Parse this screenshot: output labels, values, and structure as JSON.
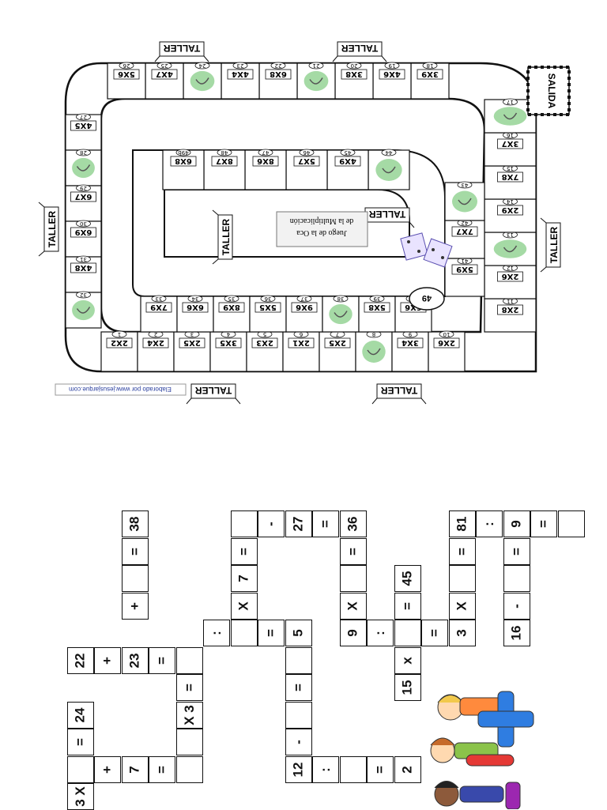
{
  "board": {
    "title_line1": "Juego de la Oca",
    "title_line2": "de la Multiplicación",
    "salida": "SALIDA",
    "taller": "TALLER",
    "final_number": "49",
    "credit": "Elaborado por www.jesusjarque.com",
    "top_row": [
      {
        "n": "1",
        "op": "2X2"
      },
      {
        "n": "2",
        "op": "2X4"
      },
      {
        "n": "3",
        "op": "2X5"
      },
      {
        "n": "4",
        "op": "3X5"
      },
      {
        "n": "5",
        "op": "2X3"
      },
      {
        "n": "6",
        "op": "2X1"
      },
      {
        "n": "7",
        "op": "2X5"
      },
      {
        "n": "8",
        "op": ""
      },
      {
        "n": "9",
        "op": "3X4"
      },
      {
        "n": "10",
        "op": "2X6"
      }
    ],
    "left_col": [
      {
        "n": "11",
        "op": "2X8"
      },
      {
        "n": "12",
        "op": "2X6"
      },
      {
        "n": "13",
        "op": ""
      },
      {
        "n": "14",
        "op": "2X9"
      },
      {
        "n": "15",
        "op": "7X8"
      },
      {
        "n": "16",
        "op": "3X7"
      },
      {
        "n": "17",
        "op": ""
      }
    ],
    "bottom_row": [
      {
        "n": "18",
        "op": "3X9"
      },
      {
        "n": "19",
        "op": "4X6"
      },
      {
        "n": "20",
        "op": "3X8"
      },
      {
        "n": "21",
        "op": ""
      },
      {
        "n": "22",
        "op": "6X8"
      },
      {
        "n": "23",
        "op": "4X4"
      },
      {
        "n": "24",
        "op": ""
      },
      {
        "n": "25",
        "op": "4X7"
      },
      {
        "n": "26",
        "op": "5X6"
      }
    ],
    "right_col": [
      {
        "n": "27",
        "op": "4X5"
      },
      {
        "n": "28",
        "op": ""
      },
      {
        "n": "29",
        "op": "6X7"
      },
      {
        "n": "30",
        "op": "6X9"
      },
      {
        "n": "31",
        "op": "4X8"
      },
      {
        "n": "32",
        "op": ""
      }
    ],
    "inner_top": [
      {
        "n": "33",
        "op": "7X9"
      },
      {
        "n": "34",
        "op": "6X6"
      },
      {
        "n": "35",
        "op": "8X9"
      },
      {
        "n": "36",
        "op": "5X5"
      },
      {
        "n": "37",
        "op": "9X6"
      },
      {
        "n": "38",
        "op": ""
      },
      {
        "n": "39",
        "op": "5X8"
      },
      {
        "n": "40",
        "op": "6X6"
      }
    ],
    "inner_left": [
      {
        "n": "41",
        "op": "5X9"
      },
      {
        "n": "42",
        "op": "7X7"
      },
      {
        "n": "43",
        "op": ""
      }
    ],
    "inner_bottom": [
      {
        "n": "44",
        "op": ""
      },
      {
        "n": "45",
        "op": "4X9"
      },
      {
        "n": "46",
        "op": "5X7"
      },
      {
        "n": "47",
        "op": "8X6"
      },
      {
        "n": "48",
        "op": "8X7"
      },
      {
        "n": "49b",
        "op": "6X8"
      }
    ]
  },
  "puzzle": {
    "cells": [
      {
        "c": 3,
        "r": 0,
        "t": "38"
      },
      {
        "c": 3,
        "r": 1,
        "t": "="
      },
      {
        "c": 3,
        "r": 2,
        "t": ""
      },
      {
        "c": 3,
        "r": 3,
        "t": "+"
      },
      {
        "c": 1,
        "r": 5,
        "t": "22"
      },
      {
        "c": 2,
        "r": 5,
        "t": "+"
      },
      {
        "c": 3,
        "r": 5,
        "t": "23"
      },
      {
        "c": 4,
        "r": 5,
        "t": "="
      },
      {
        "c": 5,
        "r": 5,
        "t": ""
      },
      {
        "c": 5,
        "r": 6,
        "t": "="
      },
      {
        "c": 5,
        "r": 7,
        "t": "X 3"
      },
      {
        "c": 5,
        "r": 8,
        "t": ""
      },
      {
        "c": 1,
        "r": 7,
        "t": "24"
      },
      {
        "c": 1,
        "r": 8,
        "t": "="
      },
      {
        "c": 1,
        "r": 9,
        "t": ""
      },
      {
        "c": 1,
        "r": 10,
        "t": "3 X"
      },
      {
        "c": 2,
        "r": 9,
        "t": "+"
      },
      {
        "c": 3,
        "r": 9,
        "t": "7"
      },
      {
        "c": 4,
        "r": 9,
        "t": "="
      },
      {
        "c": 5,
        "r": 9,
        "t": ""
      },
      {
        "c": 6,
        "r": 4,
        "t": ":"
      },
      {
        "c": 7,
        "r": 0,
        "t": ""
      },
      {
        "c": 7,
        "r": 1,
        "t": "="
      },
      {
        "c": 7,
        "r": 2,
        "t": "7"
      },
      {
        "c": 7,
        "r": 3,
        "t": "X"
      },
      {
        "c": 7,
        "r": 4,
        "t": ""
      },
      {
        "c": 8,
        "r": 0,
        "t": "-"
      },
      {
        "c": 8,
        "r": 4,
        "t": "="
      },
      {
        "c": 9,
        "r": 0,
        "t": "27"
      },
      {
        "c": 9,
        "r": 4,
        "t": "5"
      },
      {
        "c": 9,
        "r": 5,
        "t": ""
      },
      {
        "c": 9,
        "r": 6,
        "t": "="
      },
      {
        "c": 9,
        "r": 7,
        "t": ""
      },
      {
        "c": 9,
        "r": 8,
        "t": "-"
      },
      {
        "c": 9,
        "r": 9,
        "t": "12"
      },
      {
        "c": 10,
        "r": 0,
        "t": "="
      },
      {
        "c": 10,
        "r": 9,
        "t": ":"
      },
      {
        "c": 11,
        "r": 0,
        "t": "36"
      },
      {
        "c": 11,
        "r": 1,
        "t": "="
      },
      {
        "c": 11,
        "r": 2,
        "t": ""
      },
      {
        "c": 11,
        "r": 3,
        "t": "X"
      },
      {
        "c": 11,
        "r": 4,
        "t": "9"
      },
      {
        "c": 11,
        "r": 9,
        "t": ""
      },
      {
        "c": 12,
        "r": 4,
        "t": ":"
      },
      {
        "c": 12,
        "r": 9,
        "t": "="
      },
      {
        "c": 13,
        "r": 2,
        "t": "45"
      },
      {
        "c": 13,
        "r": 3,
        "t": "="
      },
      {
        "c": 13,
        "r": 4,
        "t": ""
      },
      {
        "c": 13,
        "r": 5,
        "t": "x"
      },
      {
        "c": 13,
        "r": 6,
        "t": "15"
      },
      {
        "c": 13,
        "r": 9,
        "t": "2"
      },
      {
        "c": 14,
        "r": 4,
        "t": "="
      },
      {
        "c": 15,
        "r": 0,
        "t": "81"
      },
      {
        "c": 15,
        "r": 1,
        "t": "="
      },
      {
        "c": 15,
        "r": 2,
        "t": ""
      },
      {
        "c": 15,
        "r": 3,
        "t": "X"
      },
      {
        "c": 15,
        "r": 4,
        "t": "3"
      },
      {
        "c": 16,
        "r": 0,
        "t": ":"
      },
      {
        "c": 17,
        "r": 0,
        "t": "9"
      },
      {
        "c": 17,
        "r": 1,
        "t": "="
      },
      {
        "c": 17,
        "r": 2,
        "t": ""
      },
      {
        "c": 17,
        "r": 3,
        "t": "-"
      },
      {
        "c": 17,
        "r": 4,
        "t": "16"
      },
      {
        "c": 18,
        "r": 0,
        "t": "="
      },
      {
        "c": 19,
        "r": 0,
        "t": ""
      }
    ]
  },
  "colors": {
    "line": "#111111",
    "bubble": "#8fd18f",
    "board_bg": "#ffffff"
  }
}
